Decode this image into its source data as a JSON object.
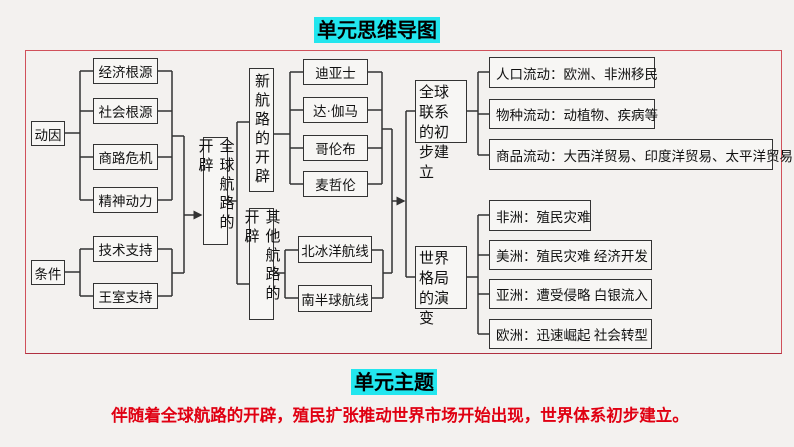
{
  "title": "单元思维导图",
  "motives": {
    "label": "动因",
    "items": [
      "经济根源",
      "社会根源",
      "商路危机",
      "精神动力"
    ]
  },
  "conditions": {
    "label": "条件",
    "items": [
      "技术支持",
      "王室支持"
    ]
  },
  "center": "全球航路的开辟",
  "new_routes": {
    "label": "新航路的开辟",
    "items": [
      "迪亚士",
      "达·伽马",
      "哥伦布",
      "麦哲伦"
    ]
  },
  "other_routes": {
    "label": "其他航路的开辟",
    "items": [
      "北冰洋航线",
      "南半球航线"
    ]
  },
  "global_link": {
    "label": "全球联系的初步建立",
    "items": [
      "人口流动：欧洲、非洲移民",
      "物种流动：动植物、疾病等",
      "商品流动：大西洋贸易、印度洋贸易、太平洋贸易"
    ]
  },
  "world_pattern": {
    "label": "世界格局的演变",
    "items": [
      "非洲：殖民灾难",
      "美洲：殖民灾难  经济开发",
      "亚洲：遭受侵略  白银流入",
      "欧洲：迅速崛起  社会转型"
    ]
  },
  "theme_title": "单元主题",
  "theme_text": "伴随着全球航路的开辟，殖民扩张推动世界市场开始出现，世界体系初步建立。"
}
